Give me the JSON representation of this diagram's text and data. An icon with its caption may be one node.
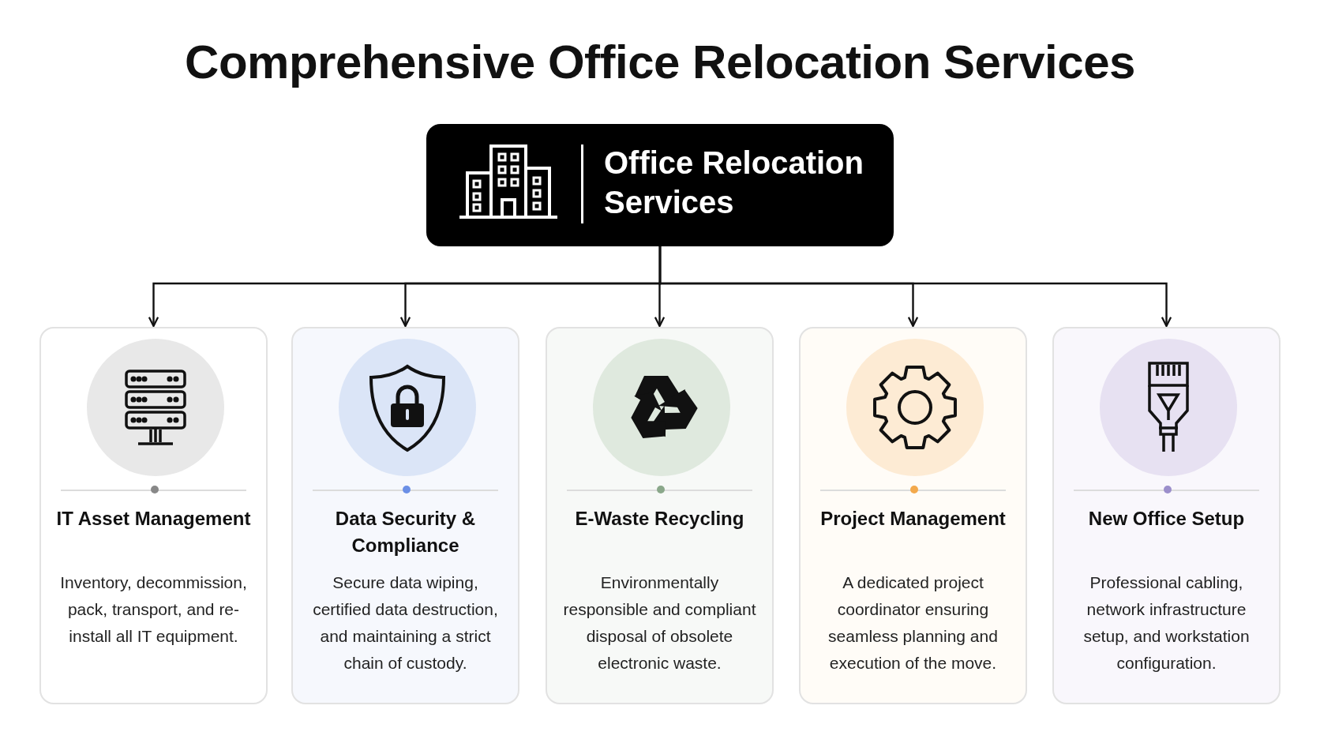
{
  "diagram": {
    "title": "Comprehensive Office Relocation Services",
    "nodes": [
      {
        "text": [
          "Office Relocation Services"
        ]
      },
      {
        "text": [
          "IT Asset Management",
          "Inventory, decommission, pack, transport, and re-install all IT equipment."
        ]
      },
      {
        "text": [
          "Data Security & Compliance",
          "Secure data wiping, certified data destruction, and maintaining a strict chain of custody."
        ]
      },
      {
        "text": [
          "E-Waste Recycling",
          "Environmentally responsible and compliant disposal of obsolete electronic waste."
        ]
      },
      {
        "text": [
          "Project Management",
          "A dedicated project coordinator ensuring seamless planning and execution of the move."
        ]
      },
      {
        "text": [
          "New Office Setup",
          "Professional cabling, network infrastructure setup, and workstation configuration."
        ]
      }
    ],
    "edges": [
      {
        "from": 0,
        "to": 1,
        "arrow": "to"
      },
      {
        "from": 0,
        "to": 2,
        "arrow": "to"
      },
      {
        "from": 0,
        "to": 3,
        "arrow": "to"
      },
      {
        "from": 0,
        "to": 4,
        "arrow": "to"
      },
      {
        "from": 0,
        "to": 5,
        "arrow": "to"
      }
    ]
  }
}
